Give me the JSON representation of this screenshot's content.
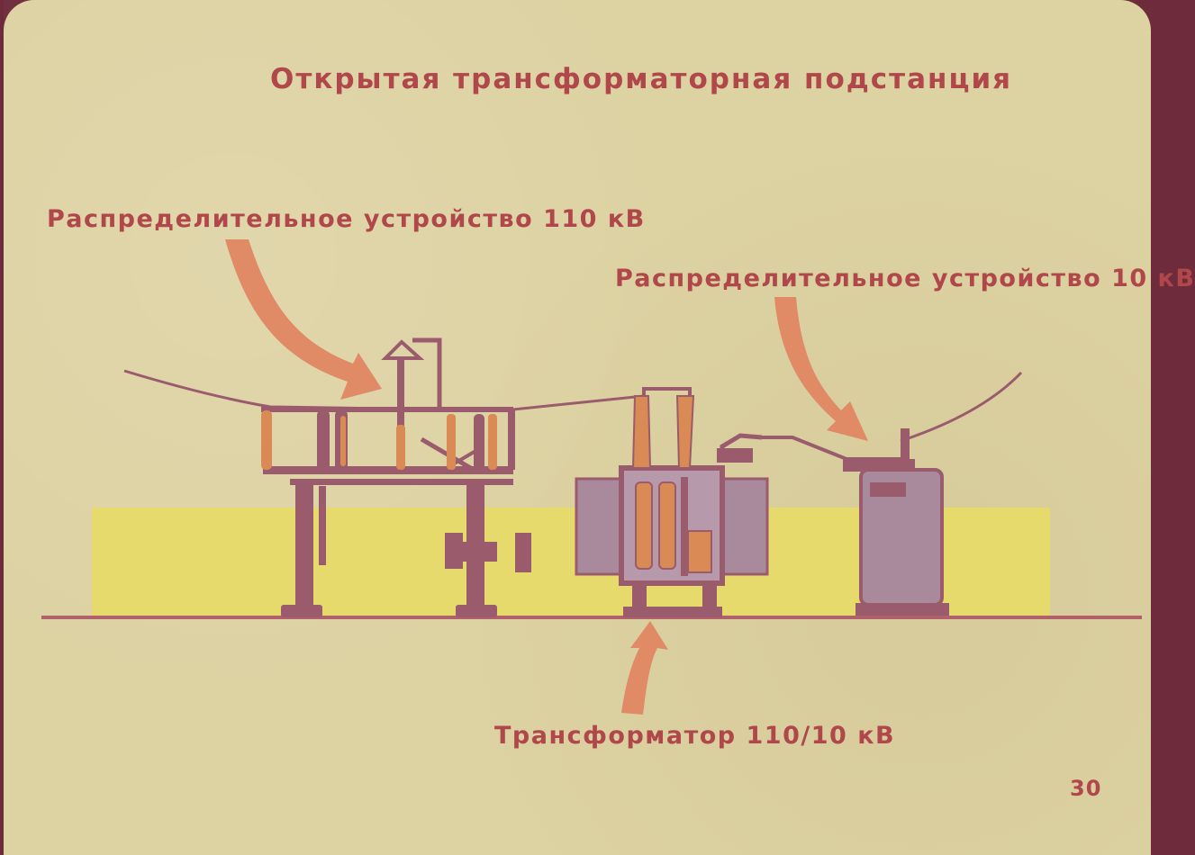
{
  "title": "Открытая трансформаторная подстанция",
  "labels": {
    "switchgear_110": "Распределительное устройство 110 кВ",
    "switchgear_10": "Распределительное устройство 10 кВ",
    "transformer": "Трансформатор 110/10 кВ"
  },
  "page_number": "30",
  "colors": {
    "background": "#ddd2a2",
    "border": "#6e2b3c",
    "ground_band": "#e7da6c",
    "equipment": "#9a5c6c",
    "equipment_fill": "#a98a9c",
    "arrow": "#e08a66",
    "text": "#b0474a",
    "coil": "#d98a55"
  }
}
